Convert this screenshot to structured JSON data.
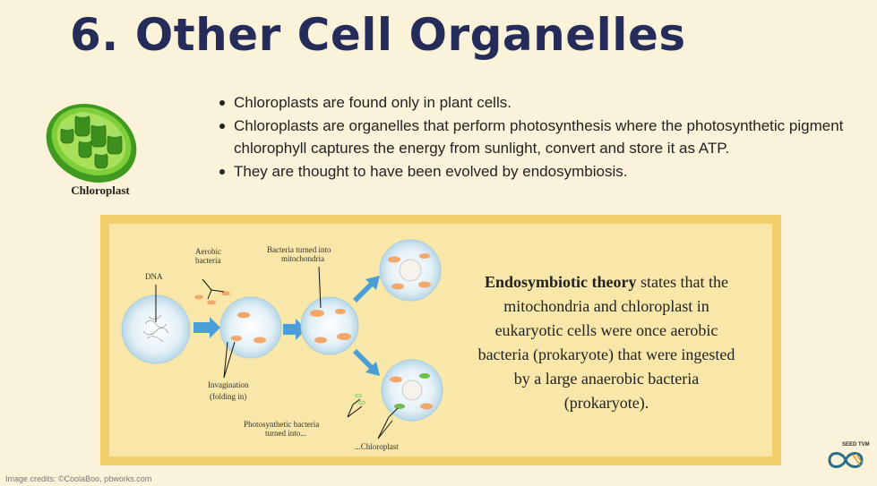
{
  "title": "6. Other Cell Organelles",
  "chloroplast_label": "Chloroplast",
  "bullets": [
    "Chloroplasts are found only in plant cells.",
    "Chloroplasts are organelles that perform photosynthesis where the photosynthetic pigment chlorophyll captures the energy from sunlight, convert and store it as ATP.",
    "They are thought to have been evolved by endosymbiosis."
  ],
  "theory": {
    "bold": "Endosymbiotic theory",
    "rest": " states that the mitochondria and chloroplast in eukaryotic cells were once aerobic bacteria (prokaryote) that were ingested by a large anaerobic bacteria (prokaryote)."
  },
  "diagram_labels": {
    "dna": "DNA",
    "aerobic_1": "Aerobic",
    "aerobic_2": "bacteria",
    "mito_1": "Bacteria turned into",
    "mito_2": "mitochondria",
    "invag_1": "Invagination",
    "invag_2": "(folding in)",
    "photo_1": "Photosynthetic bacteria",
    "photo_2": "turned into...",
    "chloroplast": "...Chloroplast"
  },
  "credits": "Image credits: ©CoolaBoo, pbworks.com",
  "logo_text": "SEED TVM",
  "colors": {
    "title": "#252c5a",
    "background": "#fbf3d9",
    "panel_border": "#f3cf6c",
    "panel_fill": "#f8e7a9",
    "chloroplast_green": "#4caf2a",
    "arrow_blue": "#4a9fd8"
  }
}
